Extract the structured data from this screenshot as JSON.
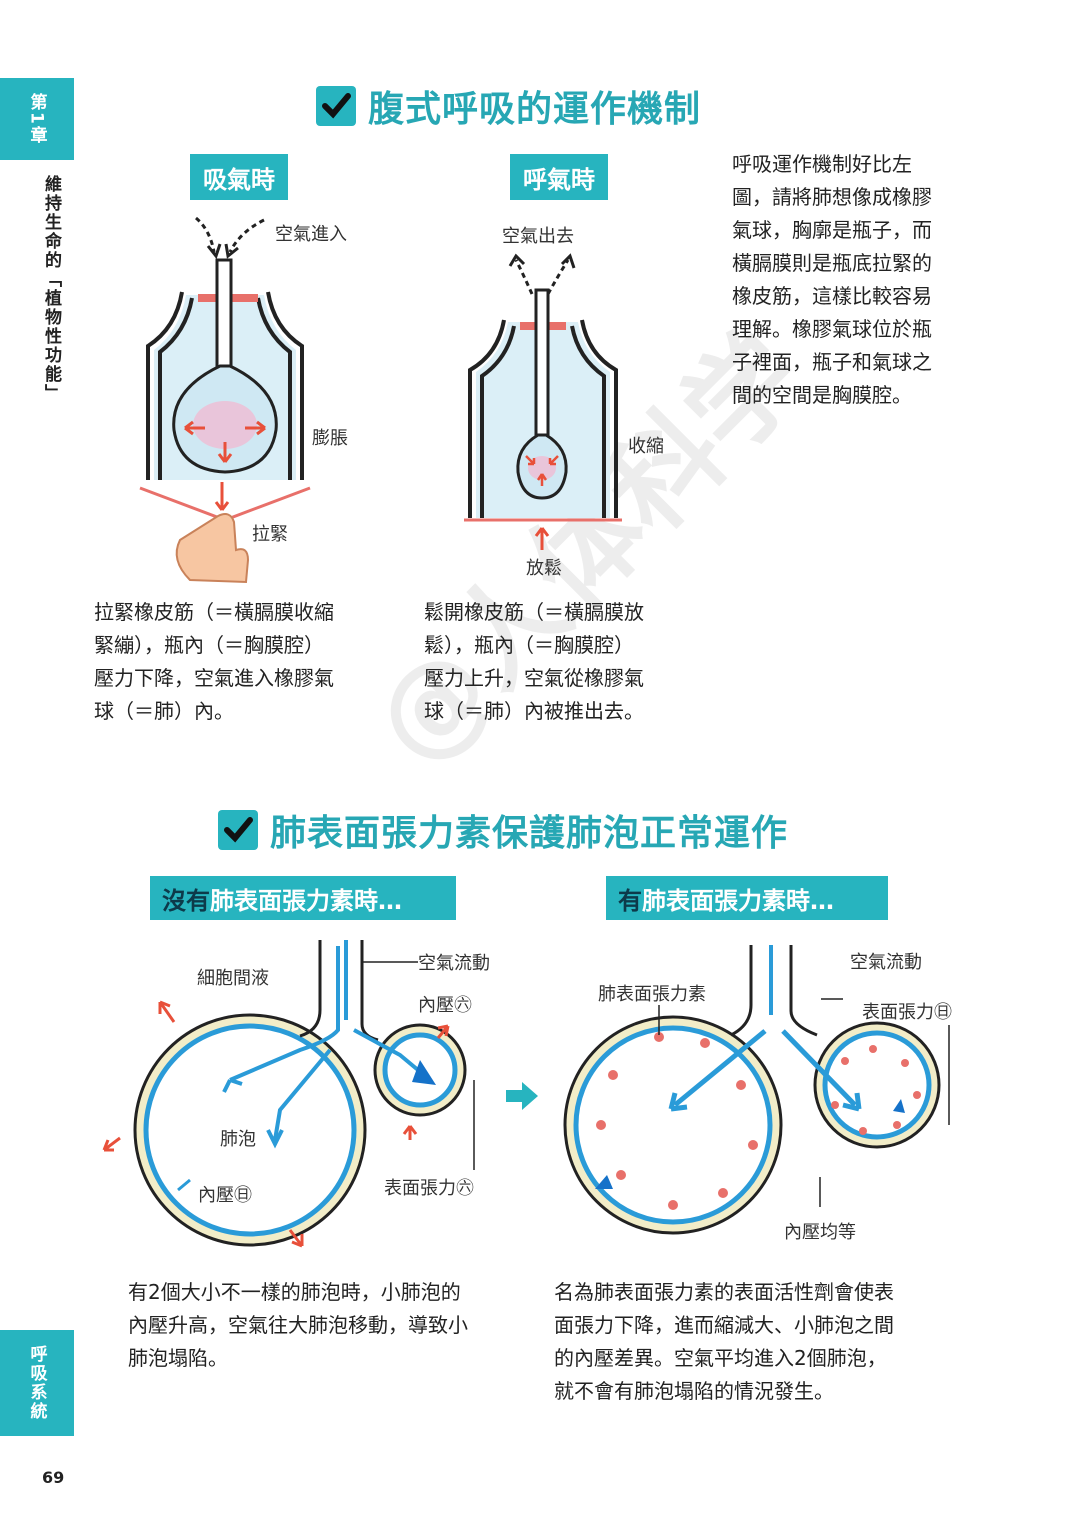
{
  "sidebar": {
    "chapter": "第1章",
    "chapter_title": "維持生命的「植物性功能」",
    "system": "呼吸系統",
    "page_number": "69"
  },
  "section1": {
    "title": "腹式呼吸的運作機制",
    "inhale": {
      "label": "吸氣時",
      "air_in": "空氣進入",
      "expand": "膨脹",
      "pull": "拉緊",
      "caption": "拉緊橡皮筋（＝橫膈膜收縮\n緊繃），瓶內（＝胸膜腔）\n壓力下降，空氣進入橡膠氣\n球（＝肺）內。"
    },
    "exhale": {
      "label": "呼氣時",
      "air_out": "空氣出去",
      "contract": "收縮",
      "relax": "放鬆",
      "caption": "鬆開橡皮筋（＝橫膈膜放\n鬆），瓶內（＝胸膜腔）\n壓力上升，空氣從橡膠氣\n球（＝肺）內被推出去。"
    },
    "explanation": "呼吸運作機制好比左\n圖，請將肺想像成橡膠\n氣球，胸廓是瓶子，而\n橫膈膜則是瓶底拉緊的\n橡皮筋，這樣比較容易\n理解。橡膠氣球位於瓶\n子裡面，瓶子和氣球之\n間的空間是胸膜腔。"
  },
  "section2": {
    "title": "肺表面張力素保護肺泡正常運作",
    "without": {
      "label_prefix": "沒有",
      "label_rest": "肺表面張力素時…",
      "interstitial": "細胞間液",
      "airflow": "空氣流動",
      "pressure_high": "內壓㊅",
      "alveolus": "肺泡",
      "pressure_low": "內壓㊐",
      "tension_high": "表面張力㊅",
      "caption": "有2個大小不一樣的肺泡時，小肺泡的\n內壓升高，空氣往大肺泡移動，導致小\n肺泡塌陷。"
    },
    "with": {
      "label_prefix": "有",
      "label_rest": "肺表面張力素時…",
      "surfactant": "肺表面張力素",
      "airflow": "空氣流動",
      "tension_low": "表面張力㊐",
      "pressure_equal": "內壓均等",
      "caption": "名為肺表面張力素的表面活性劑會使表\n面張力下降，進而縮減大、小肺泡之間\n的內壓差異。空氣平均進入2個肺泡，\n就不會有肺泡塌陷的情況發生。"
    }
  },
  "watermark": "@人体科学",
  "colors": {
    "accent": "#27b4bf",
    "title_text": "#27a7b4",
    "arrow_red": "#e8503a",
    "arrow_blue": "#2a9bd8",
    "rubber_band": "#e8706a",
    "alveolus_wall": "#f2edc8"
  }
}
